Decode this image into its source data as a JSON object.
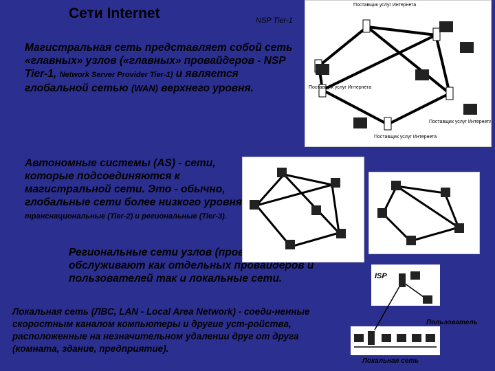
{
  "title": "Сети Internet",
  "nsp_label": "NSP Tier-1",
  "p1": {
    "a": "Магистральная сеть представляет собой сеть «главных» узлов («главных» провайдеров - NSP Tier-1,",
    "b": "Network Server Provider Tier-1)",
    "c": " и является глобальной сетью ",
    "d": "(WAN)",
    "e": " верхнего уровня."
  },
  "p2": {
    "a": "Автономные системы (AS) - сети, которые подсоединяются к магистральной сети. Это - обычно, глобальные сети более низкого уровня: ",
    "b": "транснациональные (Tier-2) и региональные (Tier-3)."
  },
  "p3": "Региональные сети узлов (провайдеров), обслуживают как отдельных провайдеров и пользователей так и локальные сети.",
  "p4": "Локальная сеть (ЛВС, LAN - Local Area Network) - соеди-ненные скоростным каналом компьютеры и другие уст-ройства, расположенные на незначительном удалении друг от друга (комната, здание, предприятие).",
  "diagram": {
    "provider_label": "Поставщик услуг Интернета",
    "isp": "ISP",
    "user": "Пользователь",
    "lan": "Локальная сеть"
  }
}
